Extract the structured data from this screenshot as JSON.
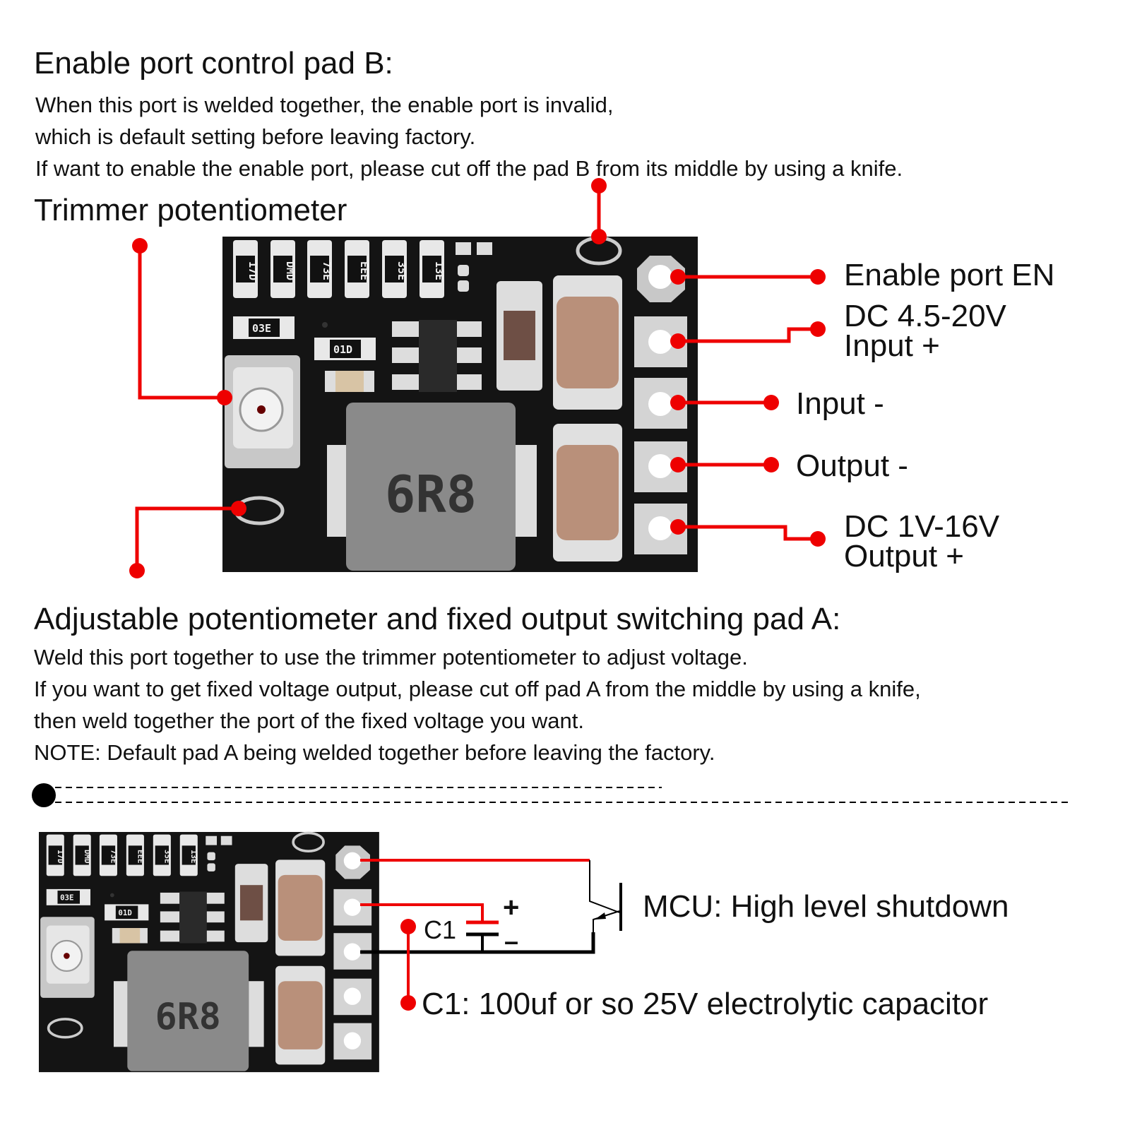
{
  "section_b": {
    "heading": "Enable port control pad B:",
    "lines": [
      "When this port is welded together, the enable port is invalid,",
      "which is default setting before leaving factory.",
      "If want to enable the enable port, please cut off the pad B from its middle by using a knife."
    ]
  },
  "trimmer_label": "Trimmer potentiometer",
  "pin_labels": {
    "enable": "Enable port EN",
    "input_plus_1": "DC 4.5-20V",
    "input_plus_2": "Input +",
    "input_minus": "Input -",
    "output_minus": "Output -",
    "output_plus_1": "DC 1V-16V",
    "output_plus_2": "Output +"
  },
  "board": {
    "resistor_marks": [
      "17D",
      "DMD",
      "73E",
      "EEE",
      "35E",
      "13E"
    ],
    "resistor_03e": "03E",
    "resistor_01d": "01D",
    "inductor_mark": "6R8"
  },
  "section_a": {
    "heading": "Adjustable potentiometer and fixed output switching pad A:",
    "lines": [
      "Weld this port together to use the trimmer potentiometer to adjust voltage.",
      "If you want to get fixed voltage output, please cut off pad A from the middle by using a knife,",
      "then weld together the port of the fixed voltage you want.",
      "NOTE: Default pad A being welded together before leaving the factory."
    ]
  },
  "circuit": {
    "mcu_label": "MCU: High level shutdown",
    "cap_name": "C1",
    "plus": "+",
    "minus": "–",
    "cap_note": "C1: 100uf or so 25V electrolytic capacitor"
  },
  "colors": {
    "accent_red": "#ee0000",
    "pcb": "#141414"
  }
}
